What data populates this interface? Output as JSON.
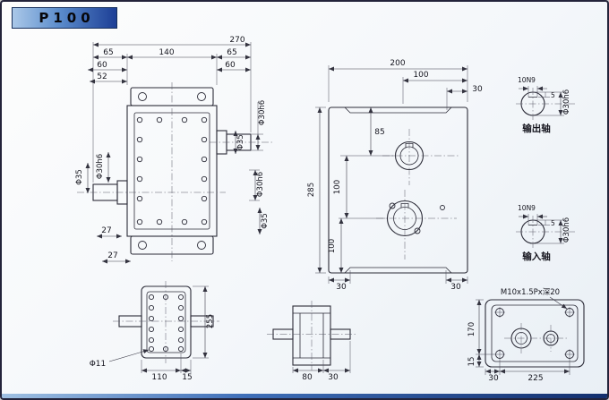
{
  "title_badge": "P100",
  "colors": {
    "badge_gradient_start": "#aac8e8",
    "badge_gradient_end": "#1d3f96",
    "line": "#2c2c38",
    "sheet_background": "#f4f7fa"
  },
  "front_view": {
    "dim_total_width": "270",
    "dim_left_shaft": "65",
    "dim_body_width": "140",
    "dim_right_shaft": "65",
    "dim_left_60": "60",
    "dim_right_60": "60",
    "dim_52": "52",
    "dim_27_upper": "27",
    "dim_27_lower": "27",
    "dia_right_shaft": "Φ30h6",
    "dia_right_shoulder": "Φ35",
    "dia_right_lower_shaft": "Φ30h6",
    "dia_right_lower_shoulder": "Φ35",
    "dia_left_shaft": "Φ30h6",
    "dia_left_shoulder": "Φ35"
  },
  "side_view": {
    "dim_width": "200",
    "dim_100_top": "100",
    "dim_30_top": "30",
    "dim_85": "85",
    "dim_height": "285",
    "dim_100_mid": "100",
    "dim_100_bottom": "100",
    "dim_30_bottom_left": "30",
    "dim_30_bottom_right": "30"
  },
  "output_shaft": {
    "dim_keyway": "10N9",
    "dim_key_height": "5",
    "dim_dia": "Φ30h6",
    "label": "输出轴"
  },
  "input_shaft": {
    "dim_keyway": "10N9",
    "dim_key_height": "5",
    "dim_dia": "Φ30h6",
    "label": "输入轴"
  },
  "top_view": {
    "dim_height": "255",
    "dim_hole_dia": "Φ11",
    "dim_110": "110",
    "dim_15": "15"
  },
  "end_view": {
    "dim_80": "80",
    "dim_30": "30"
  },
  "base_view": {
    "thread_note": "M10x1.5Px深20",
    "dim_170": "170",
    "dim_15": "15",
    "dim_30": "30",
    "dim_225": "225"
  }
}
